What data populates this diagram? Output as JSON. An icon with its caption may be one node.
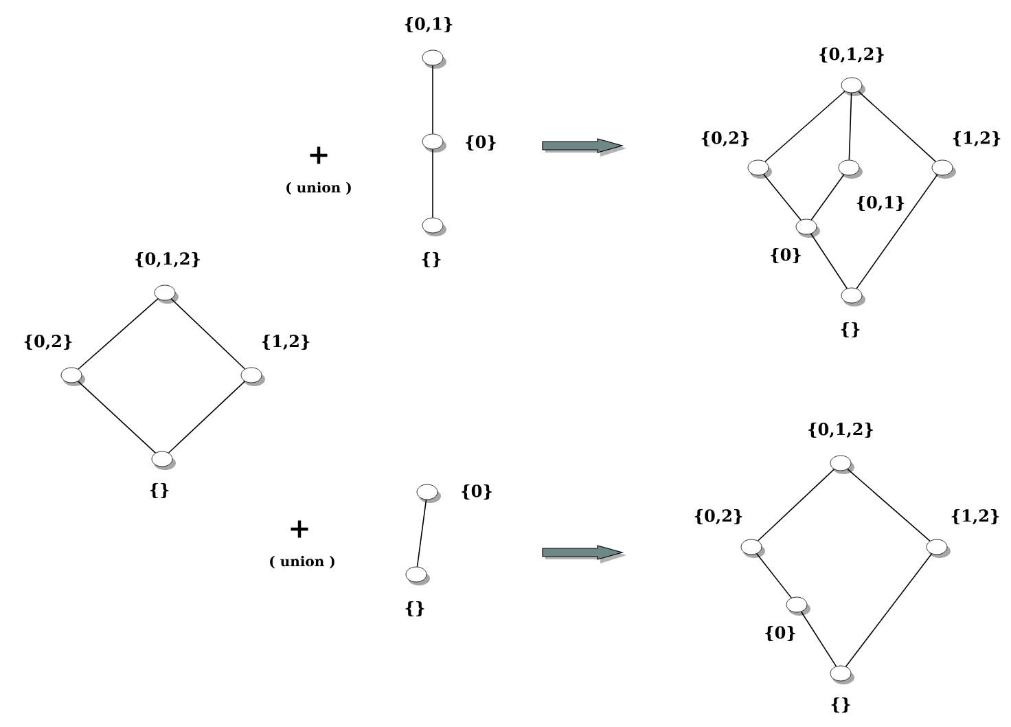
{
  "diagram": {
    "nodes": [
      {
        "text": [],
        "shape": "circle",
        "beside": [
          "{0,1,2}"
        ]
      },
      {
        "text": [],
        "shape": "circle",
        "beside": [
          "{0,2}"
        ]
      },
      {
        "text": [],
        "shape": "circle",
        "beside": [
          "{1,2}"
        ]
      },
      {
        "text": [],
        "shape": "circle",
        "beside": [
          "{}"
        ]
      },
      {
        "text": [],
        "shape": "circle",
        "beside": [
          "{0,1}"
        ]
      },
      {
        "text": [],
        "shape": "circle",
        "beside": [
          "{0}"
        ]
      },
      {
        "text": [],
        "shape": "circle",
        "beside": [
          "{}"
        ]
      },
      {
        "text": [],
        "shape": "circle",
        "beside": [
          "{0,1,2}"
        ]
      },
      {
        "text": [],
        "shape": "circle",
        "beside": [
          "{0,2}"
        ]
      },
      {
        "text": [],
        "shape": "circle",
        "beside": [
          "{0,1}"
        ]
      },
      {
        "text": [],
        "shape": "circle",
        "beside": [
          "{1,2}"
        ]
      },
      {
        "text": [],
        "shape": "circle",
        "beside": [
          "{0}"
        ]
      },
      {
        "text": [],
        "shape": "circle",
        "beside": [
          "{}"
        ]
      },
      {
        "text": [],
        "shape": "circle",
        "beside": [
          "{0}"
        ]
      },
      {
        "text": [],
        "shape": "circle",
        "beside": [
          "{}"
        ]
      },
      {
        "text": [],
        "shape": "circle",
        "beside": [
          "{0,1,2}"
        ]
      },
      {
        "text": [],
        "shape": "circle",
        "beside": [
          "{0,2}"
        ]
      },
      {
        "text": [],
        "shape": "circle",
        "beside": [
          "{1,2}"
        ]
      },
      {
        "text": [],
        "shape": "circle",
        "beside": [
          "{0}"
        ]
      },
      {
        "text": [],
        "shape": "circle",
        "beside": [
          "{}"
        ]
      }
    ],
    "edges": [
      {
        "from": 0,
        "to": 1,
        "arrow": "none"
      },
      {
        "from": 0,
        "to": 2,
        "arrow": "none"
      },
      {
        "from": 1,
        "to": 3,
        "arrow": "none"
      },
      {
        "from": 2,
        "to": 3,
        "arrow": "none"
      },
      {
        "from": 4,
        "to": 5,
        "arrow": "none"
      },
      {
        "from": 5,
        "to": 6,
        "arrow": "none"
      },
      {
        "from": 7,
        "to": 8,
        "arrow": "none"
      },
      {
        "from": 7,
        "to": 9,
        "arrow": "none"
      },
      {
        "from": 7,
        "to": 10,
        "arrow": "none"
      },
      {
        "from": 8,
        "to": 11,
        "arrow": "none"
      },
      {
        "from": 9,
        "to": 11,
        "arrow": "none"
      },
      {
        "from": 11,
        "to": 12,
        "arrow": "none"
      },
      {
        "from": 10,
        "to": 12,
        "arrow": "none"
      },
      {
        "from": 13,
        "to": 14,
        "arrow": "none"
      },
      {
        "from": 15,
        "to": 16,
        "arrow": "none"
      },
      {
        "from": 15,
        "to": 17,
        "arrow": "none"
      },
      {
        "from": 16,
        "to": 18,
        "arrow": "none"
      },
      {
        "from": 18,
        "to": 19,
        "arrow": "none"
      },
      {
        "from": 17,
        "to": 19,
        "arrow": "none"
      }
    ],
    "labels": [
      "+",
      "( union )",
      "+",
      "( union )"
    ]
  }
}
